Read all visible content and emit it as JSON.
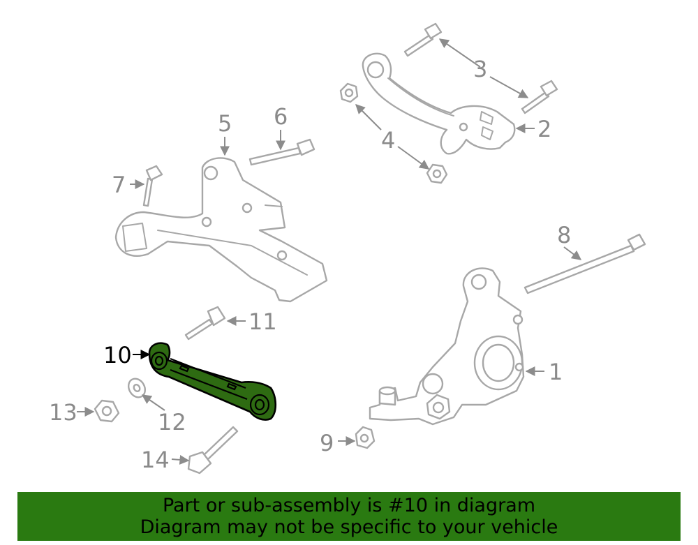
{
  "callouts": {
    "c1": "1",
    "c2": "2",
    "c3": "3",
    "c4": "4",
    "c5": "5",
    "c6": "6",
    "c7": "7",
    "c8": "8",
    "c9": "9",
    "c10": "10",
    "c11": "11",
    "c12": "12",
    "c13": "13",
    "c14": "14"
  },
  "banner": {
    "line1": "Part or sub-assembly is #10 in diagram",
    "line2": "Diagram may not be specific to your vehicle"
  },
  "colors": {
    "highlight": "#2e6b12",
    "banner": "#2a7a11",
    "outline": "#a7a7a7"
  }
}
